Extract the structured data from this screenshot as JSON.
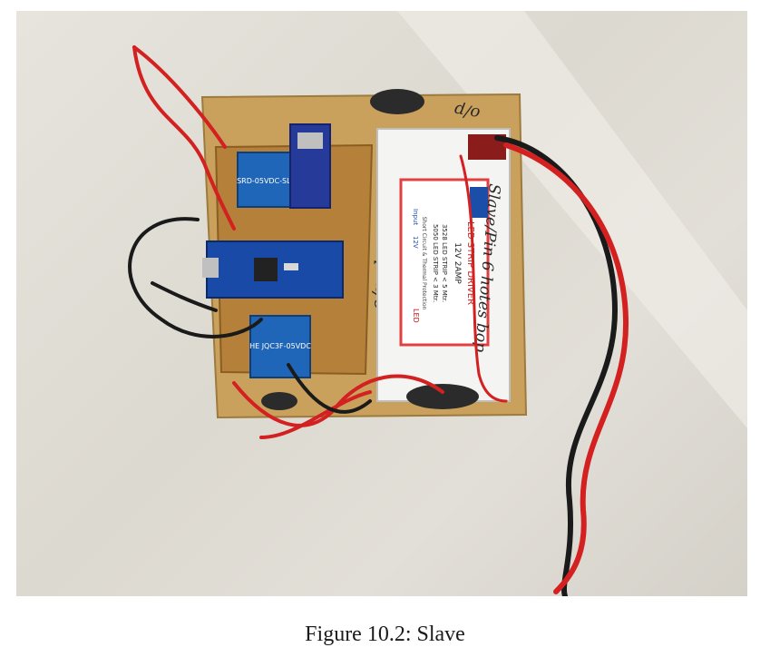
{
  "figure": {
    "caption": "Figure 10.2: Slave",
    "photo_annotations": {
      "handwritten_top_right": "o/p",
      "handwritten_driver_label": "Slave/Pin 6 hotes bop",
      "handwritten_board_label": "o/p slave 2"
    },
    "driver_label": {
      "title": "LED STRIP DRIVER",
      "rating": "12V 2AMP",
      "input": "Input",
      "voltage": "12V",
      "line1": "3528 LED STRIP < 5 Mtr.",
      "line2": "5050 LED STRIP < 3 Mtr.",
      "protection": "Short Circuit & Thermal Protection",
      "logo_text": "LED"
    },
    "module_labels": {
      "relay_top": "SRD-05VDC-SL-C",
      "relay_bottom": "HE JQC3F-05VDC"
    }
  }
}
